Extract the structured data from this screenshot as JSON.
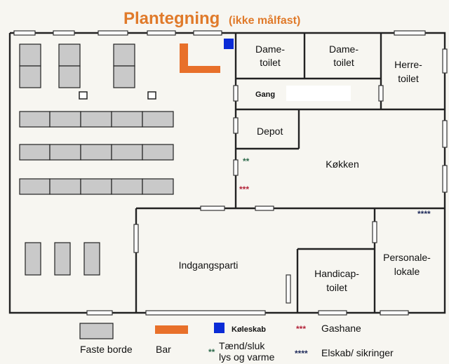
{
  "title": {
    "main": "Plantegning",
    "sub": "(ikke målfast)"
  },
  "rooms": {
    "dame_toilet_1": [
      "Dame-",
      "toilet"
    ],
    "dame_toilet_2": [
      "Dame-",
      "toilet"
    ],
    "herre_toilet": [
      "Herre-",
      "toilet"
    ],
    "gang": "Gang",
    "depot": "Depot",
    "kokken": "Køkken",
    "indgangsparti": "Indgangsparti",
    "handicap_toilet": [
      "Handicap-",
      "toilet"
    ],
    "personale": [
      "Personale-",
      "lokale"
    ]
  },
  "markers": {
    "light_switch": "**",
    "gas_tap": "***",
    "electrical": "****"
  },
  "legend": {
    "fixed_tables": "Faste borde",
    "bar": "Bar",
    "fridge": "Køleskab",
    "gas": "Gashane",
    "switch_line1": "Tænd/sluk",
    "switch_line2": "lys og varme",
    "electrical": "Elskab/ sikringer"
  },
  "colors": {
    "title": "#e07a2a",
    "bar": "#e8702a",
    "fridge": "#0a2bd6",
    "gas_marker": "#b3243a",
    "switch_marker": "#2f6b4c",
    "electrical_marker": "#1e2a5a",
    "table_fill": "#c9c9c9"
  }
}
